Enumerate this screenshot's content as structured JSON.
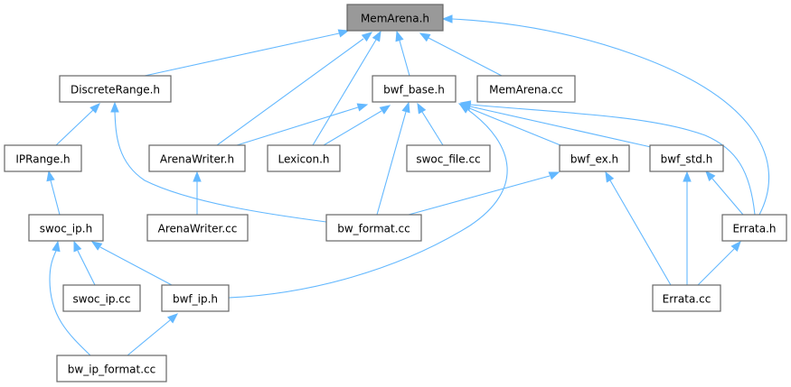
{
  "title": "MemArena.h include dependency graph",
  "colors": {
    "edge": "#63b8ff",
    "node_border": "#666666",
    "root_fill": "#999999",
    "node_fill": "#ffffff"
  },
  "nodes": [
    {
      "id": "MemArena.h",
      "label": "MemArena.h",
      "root": true
    },
    {
      "id": "DiscreteRange.h",
      "label": "DiscreteRange.h"
    },
    {
      "id": "bwf_base.h",
      "label": "bwf_base.h"
    },
    {
      "id": "MemArena.cc",
      "label": "MemArena.cc"
    },
    {
      "id": "IPRange.h",
      "label": "IPRange.h"
    },
    {
      "id": "ArenaWriter.h",
      "label": "ArenaWriter.h"
    },
    {
      "id": "Lexicon.h",
      "label": "Lexicon.h"
    },
    {
      "id": "swoc_file.cc",
      "label": "swoc_file.cc"
    },
    {
      "id": "bwf_ex.h",
      "label": "bwf_ex.h"
    },
    {
      "id": "bwf_std.h",
      "label": "bwf_std.h"
    },
    {
      "id": "swoc_ip.h",
      "label": "swoc_ip.h"
    },
    {
      "id": "ArenaWriter.cc",
      "label": "ArenaWriter.cc"
    },
    {
      "id": "bw_format.cc",
      "label": "bw_format.cc"
    },
    {
      "id": "Errata.h",
      "label": "Errata.h"
    },
    {
      "id": "swoc_ip.cc",
      "label": "swoc_ip.cc"
    },
    {
      "id": "bwf_ip.h",
      "label": "bwf_ip.h"
    },
    {
      "id": "Errata.cc",
      "label": "Errata.cc"
    },
    {
      "id": "bw_ip_format.cc",
      "label": "bw_ip_format.cc"
    }
  ],
  "edges": [
    {
      "from": "DiscreteRange.h",
      "to": "MemArena.h"
    },
    {
      "from": "ArenaWriter.h",
      "to": "MemArena.h"
    },
    {
      "from": "Lexicon.h",
      "to": "MemArena.h"
    },
    {
      "from": "bwf_base.h",
      "to": "MemArena.h"
    },
    {
      "from": "MemArena.cc",
      "to": "MemArena.h"
    },
    {
      "from": "Errata.h",
      "to": "MemArena.h"
    },
    {
      "from": "IPRange.h",
      "to": "DiscreteRange.h"
    },
    {
      "from": "bw_format.cc",
      "to": "DiscreteRange.h"
    },
    {
      "from": "ArenaWriter.h",
      "to": "bwf_base.h"
    },
    {
      "from": "Lexicon.h",
      "to": "bwf_base.h"
    },
    {
      "from": "bw_format.cc",
      "to": "bwf_base.h"
    },
    {
      "from": "swoc_file.cc",
      "to": "bwf_base.h"
    },
    {
      "from": "bwf_ex.h",
      "to": "bwf_base.h"
    },
    {
      "from": "bwf_std.h",
      "to": "bwf_base.h"
    },
    {
      "from": "Errata.h",
      "to": "bwf_base.h"
    },
    {
      "from": "bwf_ip.h",
      "to": "bwf_base.h"
    },
    {
      "from": "swoc_ip.h",
      "to": "IPRange.h"
    },
    {
      "from": "ArenaWriter.cc",
      "to": "ArenaWriter.h"
    },
    {
      "from": "bw_format.cc",
      "to": "bwf_ex.h"
    },
    {
      "from": "Errata.cc",
      "to": "bwf_ex.h"
    },
    {
      "from": "Errata.cc",
      "to": "bwf_std.h"
    },
    {
      "from": "Errata.h",
      "to": "bwf_std.h"
    },
    {
      "from": "Errata.cc",
      "to": "Errata.h"
    },
    {
      "from": "swoc_ip.cc",
      "to": "swoc_ip.h"
    },
    {
      "from": "bwf_ip.h",
      "to": "swoc_ip.h"
    },
    {
      "from": "bw_ip_format.cc",
      "to": "swoc_ip.h"
    },
    {
      "from": "bw_ip_format.cc",
      "to": "bwf_ip.h"
    }
  ]
}
